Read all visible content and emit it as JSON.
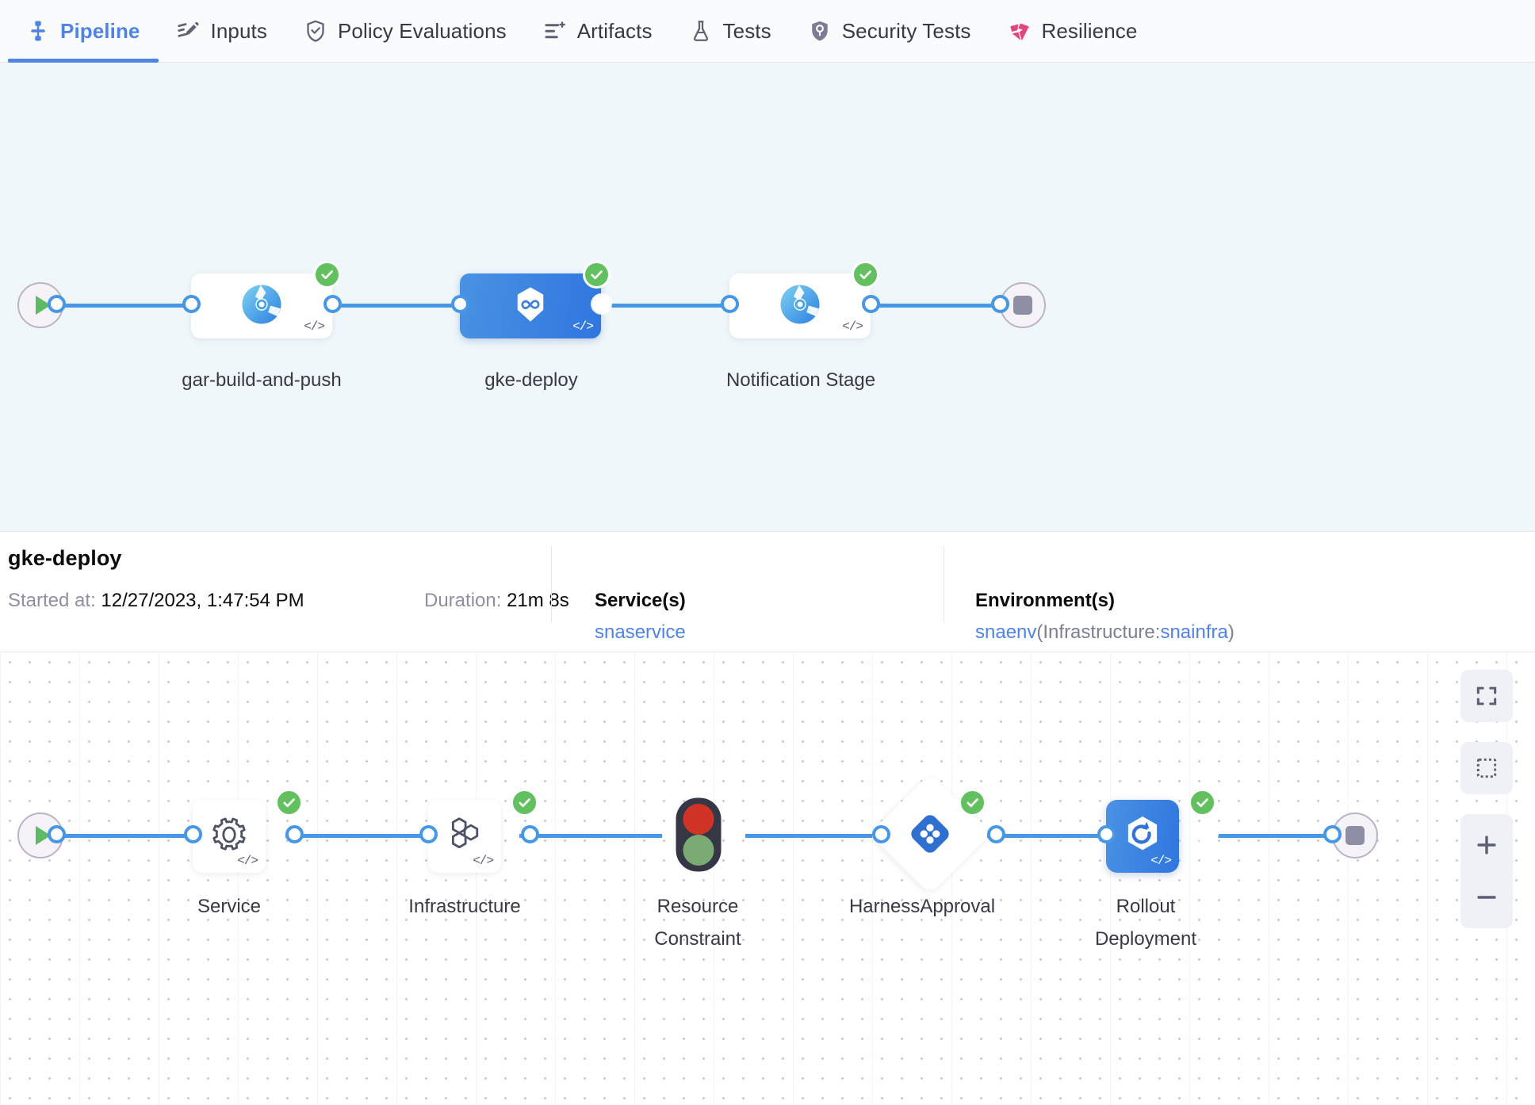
{
  "tabs": [
    {
      "label": "Pipeline",
      "icon": "pipeline-icon",
      "active": true
    },
    {
      "label": "Inputs",
      "icon": "inputs-icon",
      "active": false
    },
    {
      "label": "Policy Evaluations",
      "icon": "policy-shield-icon",
      "active": false
    },
    {
      "label": "Artifacts",
      "icon": "artifacts-icon",
      "active": false
    },
    {
      "label": "Tests",
      "icon": "flask-icon",
      "active": false
    },
    {
      "label": "Security Tests",
      "icon": "security-shield-icon",
      "active": false
    },
    {
      "label": "Resilience",
      "icon": "resilience-icon",
      "active": false
    }
  ],
  "pipeline_graph": {
    "start_icon": "play-icon",
    "end_icon": "stop-icon",
    "stages": [
      {
        "name": "gar-build-and-push",
        "icon": "ci-build-icon",
        "status": "success",
        "selected": false,
        "code_glyph": "</>"
      },
      {
        "name": "gke-deploy",
        "icon": "harness-cd-icon",
        "status": "success",
        "selected": true,
        "code_glyph": "</>"
      },
      {
        "name": "Notification Stage",
        "icon": "ci-build-icon",
        "status": "success",
        "selected": false,
        "code_glyph": "</>"
      }
    ]
  },
  "execution_info": {
    "title": "gke-deploy",
    "started_label": "Started at:",
    "started_value": "12/27/2023, 1:47:54 PM",
    "duration_label": "Duration:",
    "duration_value": "21m 8s",
    "services_head": "Service(s)",
    "service_name": "snaservice",
    "environments_head": "Environment(s)",
    "env_name": "snaenv",
    "env_infra_prefix": "(Infrastructure:",
    "env_infra_name": "snainfra",
    "env_infra_suffix": ")"
  },
  "stage_graph": {
    "start_icon": "play-icon",
    "end_icon": "stop-icon",
    "steps": [
      {
        "name": "Service",
        "icon": "gear-icon",
        "shape": "card",
        "status": "success",
        "selected": false,
        "code_glyph": "</>"
      },
      {
        "name": "Infrastructure",
        "icon": "hexagons-icon",
        "shape": "card",
        "status": "success",
        "selected": false,
        "code_glyph": "</>"
      },
      {
        "name": "Resource Constraint",
        "icon": "traffic-light-icon",
        "shape": "bare",
        "status": "none",
        "selected": false,
        "code_glyph": ""
      },
      {
        "name": "HarnessApproval",
        "icon": "approval-icon",
        "shape": "diamond",
        "status": "success",
        "selected": false,
        "code_glyph": ""
      },
      {
        "name": "Rollout Deployment",
        "icon": "rollout-icon",
        "shape": "card",
        "status": "success",
        "selected": true,
        "code_glyph": "</>"
      }
    ]
  },
  "zoom_controls": [
    {
      "name": "fit-to-screen",
      "icon": "expand-icon"
    },
    {
      "name": "zoom-to-selection",
      "icon": "dotted-square-icon"
    },
    {
      "name": "zoom-in",
      "icon": "plus-icon"
    },
    {
      "name": "zoom-out",
      "icon": "minus-icon"
    }
  ],
  "colors": {
    "accent_blue": "#4f83e4",
    "edge_blue": "#4697e5",
    "success_green": "#63c05e",
    "resilience_pink": "#e2447d",
    "canvas_top_bg": "#eff7fb"
  }
}
